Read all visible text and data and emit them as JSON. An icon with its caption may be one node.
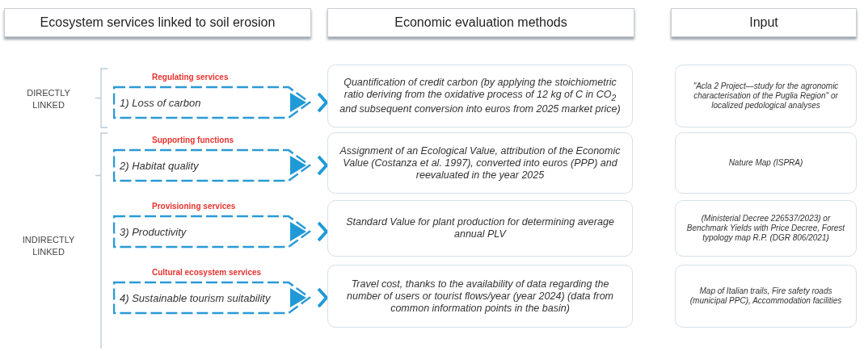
{
  "diagram": {
    "nodes": [
      {
        "text": [
          "Ecosystem services linked to soil erosion"
        ]
      },
      {
        "text": [
          "Economic evaluation methods"
        ]
      },
      {
        "text": [
          "Input"
        ]
      },
      {
        "text": [
          "1) Loss of carbon"
        ],
        "beside": [
          "Regulating services"
        ]
      },
      {
        "text": [
          "2) Habitat quality"
        ],
        "beside": [
          "Supporting functions"
        ]
      },
      {
        "text": [
          "3) Productivity"
        ],
        "beside": [
          "Provisioning services"
        ]
      },
      {
        "text": [
          "4) Sustainable tourism suitability"
        ],
        "beside": [
          "Cultural ecosystem services"
        ]
      },
      {
        "text": [
          "Quantification of credit carbon (by applying the stoichiometric ratio deriving from the oxidative process of 12 kg of C in CO$_{2}$ and subsequent conversion into euros from 2025 market price)"
        ]
      },
      {
        "text": [
          "Assignment of an Ecological Value, attribution of the Economic Value (Costanza et al. 1997), converted into euros (PPP) and reevaluated in the year 2025"
        ]
      },
      {
        "text": [
          "Standard Value for plant production for determining average annual PLV"
        ]
      },
      {
        "text": [
          "Travel cost, thanks to the availability of data regarding the number of users or tourist flows/year (year 2024) (data from common information points in the basin)"
        ]
      },
      {
        "text": [
          "\"Acla 2 Project—study for the agronomic characterisation of the Puglia Region\" or localized pedological analyses"
        ]
      },
      {
        "text": [
          "Nature Map (ISPRA)"
        ]
      },
      {
        "text": [
          "(Ministerial Decree 226537/2023) or Benchmark Yields with Price Decree, Forest typology map R.P. (DGR 806/2021)"
        ]
      },
      {
        "text": [
          "Map of Italian trails, Fire safety roads (municipal PPC), Accommodation facilities"
        ]
      }
    ],
    "edges": [
      {
        "from": 3,
        "to": 7,
        "arrow": "to"
      },
      {
        "from": 4,
        "to": 8,
        "arrow": "to"
      },
      {
        "from": 5,
        "to": 9,
        "arrow": "to"
      },
      {
        "from": 6,
        "to": 10,
        "arrow": "to"
      }
    ],
    "labels": [
      "DIRECTLY LINKED",
      "INDIRECTLY LINKED"
    ]
  }
}
